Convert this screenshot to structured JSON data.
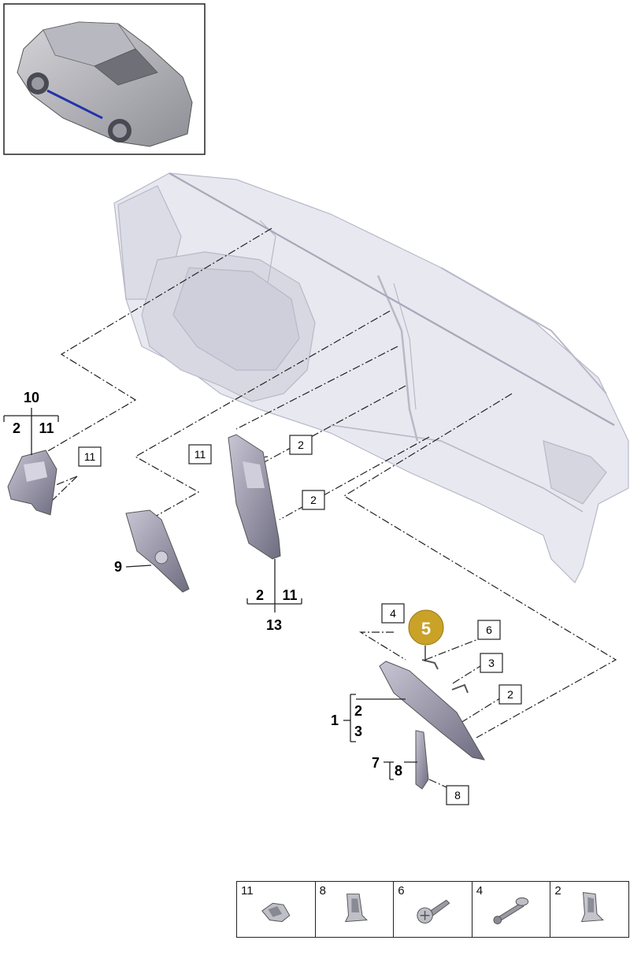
{
  "labels": {
    "l10": "10",
    "l10_a": "2",
    "l10_b": "11",
    "l11_left": "11",
    "l9": "9",
    "l11_mid": "11",
    "l2_mid_upper": "2",
    "l2_mid_lower": "2",
    "l13_a": "2",
    "l13_b": "11",
    "l13": "13",
    "l4": "4",
    "l5": "5",
    "l6": "6",
    "l3": "3",
    "l2_right": "2",
    "l1": "1",
    "l1_a": "2",
    "l1_b": "3",
    "l7": "7",
    "l7_a": "8",
    "l8": "8"
  },
  "legend": [
    {
      "number": "11",
      "icon": "clip-icon"
    },
    {
      "number": "8",
      "icon": "spring-clip-icon"
    },
    {
      "number": "6",
      "icon": "screw-icon"
    },
    {
      "number": "4",
      "icon": "expansion-rivet-icon"
    },
    {
      "number": "2",
      "icon": "retaining-clip-icon"
    }
  ],
  "colors": {
    "highlight": "#c9a227",
    "part_fill": "#9a98aa",
    "body_fill": "#e6e6ef",
    "line": "#222222"
  }
}
